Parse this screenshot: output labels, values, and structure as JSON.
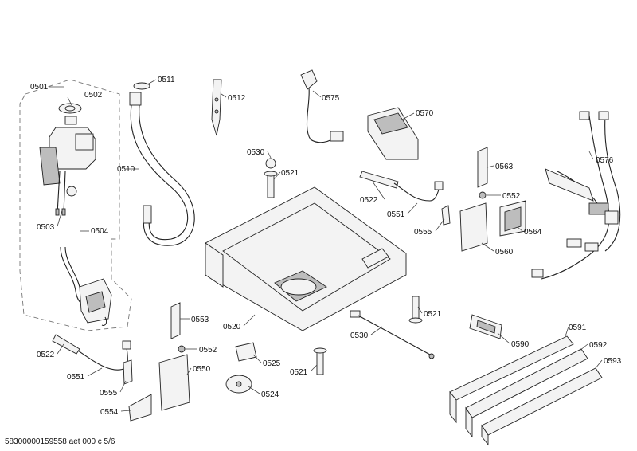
{
  "diagram": {
    "document_ref": "58300000159558 aet 000 c 5/6",
    "callouts": [
      {
        "id": "0501",
        "label": "0501"
      },
      {
        "id": "0502",
        "label": "0502"
      },
      {
        "id": "0503",
        "label": "0503"
      },
      {
        "id": "0504",
        "label": "0504"
      },
      {
        "id": "0510",
        "label": "0510"
      },
      {
        "id": "0511",
        "label": "0511"
      },
      {
        "id": "0512",
        "label": "0512"
      },
      {
        "id": "0575",
        "label": "0575"
      },
      {
        "id": "0570",
        "label": "0570"
      },
      {
        "id": "0576",
        "label": "0576"
      },
      {
        "id": "0530a",
        "label": "0530"
      },
      {
        "id": "0521a",
        "label": "0521"
      },
      {
        "id": "0522a",
        "label": "0522"
      },
      {
        "id": "0551a",
        "label": "0551"
      },
      {
        "id": "0555a",
        "label": "0555"
      },
      {
        "id": "0563",
        "label": "0563"
      },
      {
        "id": "0552a",
        "label": "0552"
      },
      {
        "id": "0560",
        "label": "0560"
      },
      {
        "id": "0564",
        "label": "0564"
      },
      {
        "id": "0520",
        "label": "0520"
      },
      {
        "id": "0530b",
        "label": "0530"
      },
      {
        "id": "0521b",
        "label": "0521"
      },
      {
        "id": "0553",
        "label": "0553"
      },
      {
        "id": "0552b",
        "label": "0552"
      },
      {
        "id": "0550",
        "label": "0550"
      },
      {
        "id": "0525",
        "label": "0525"
      },
      {
        "id": "0524",
        "label": "0524"
      },
      {
        "id": "0521c",
        "label": "0521"
      },
      {
        "id": "0522b",
        "label": "0522"
      },
      {
        "id": "0551b",
        "label": "0551"
      },
      {
        "id": "0555b",
        "label": "0555"
      },
      {
        "id": "0554",
        "label": "0554"
      },
      {
        "id": "0590",
        "label": "0590"
      },
      {
        "id": "0591",
        "label": "0591"
      },
      {
        "id": "0592",
        "label": "0592"
      },
      {
        "id": "0593",
        "label": "0593"
      }
    ]
  }
}
